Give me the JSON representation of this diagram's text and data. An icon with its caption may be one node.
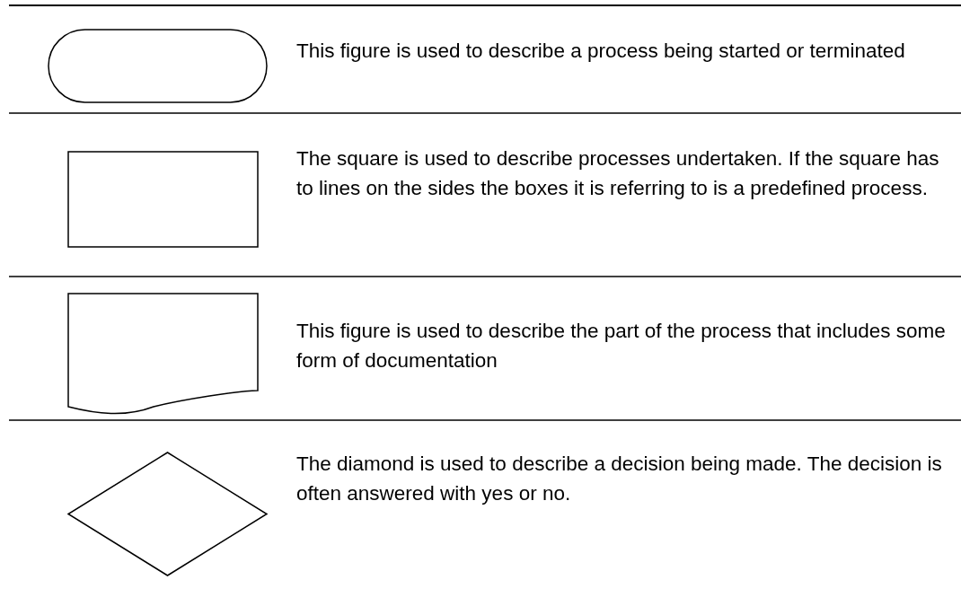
{
  "diagram": {
    "nodes": [
      {
        "text": [],
        "shape": "terminal",
        "beside": [
          "This figure is used to describe a process being started or terminated"
        ]
      },
      {
        "text": [],
        "shape": "box",
        "beside": [
          "The square is used to describe processes undertaken. If the square has to lines on the sides the boxes it is referring to is a predefined process."
        ]
      },
      {
        "text": [],
        "shape": "document",
        "beside": [
          "This figure is used to describe the part of the process that includes some form of documentation"
        ]
      },
      {
        "text": [],
        "shape": "diamond",
        "beside": [
          "The diamond is used to describe a decision being made. The decision is often answered with yes or no."
        ]
      }
    ]
  }
}
